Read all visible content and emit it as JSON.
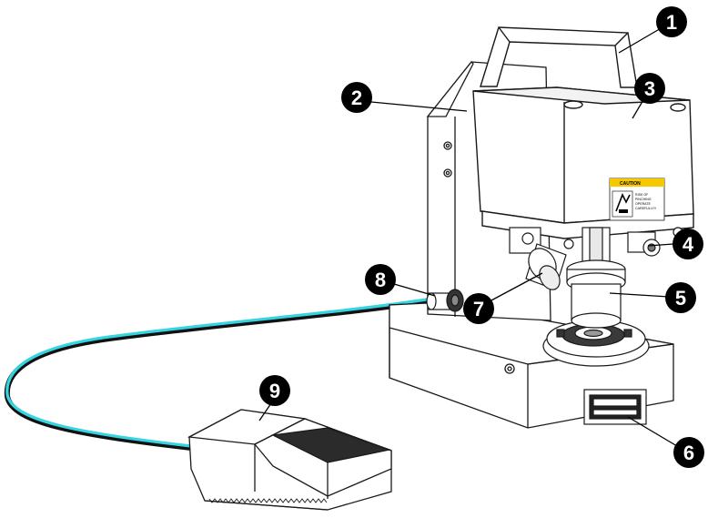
{
  "figure": {
    "caution_label": {
      "heading": "CAUTION",
      "lines": [
        "RISK OF",
        "PINCHING",
        "OPERATE",
        "CAREFULLY!!"
      ]
    },
    "callouts": [
      "1",
      "2",
      "3",
      "4",
      "5",
      "6",
      "7",
      "8",
      "9"
    ],
    "colors": {
      "outline": "#1a1a1a",
      "body_fill": "#ffffff",
      "cable_cyan": "#36d3e0",
      "pedal_pad": "#2b2b2b",
      "callout_fill": "#000000",
      "caution_yellow": "#f5c800"
    }
  }
}
